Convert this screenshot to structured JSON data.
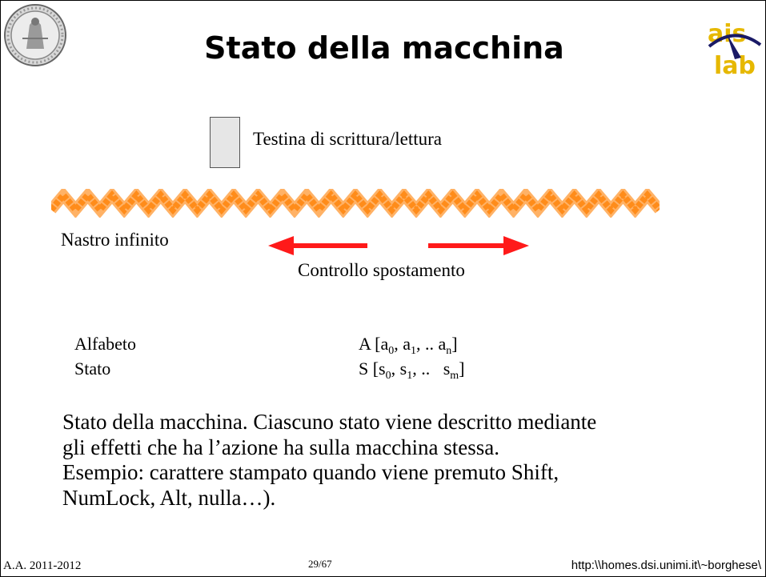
{
  "slide": {
    "title": "Stato della macchina",
    "head_label": "Testina di scrittura/lettura",
    "tape_label": "Nastro infinito",
    "move_label": "Controllo spostamento",
    "alphabet_label": "Alfabeto",
    "state_label": "Stato",
    "alphabet_value": {
      "prefix": "A [a",
      "sub0": "0",
      "mid1": ", a",
      "sub1": "1",
      "mid2": ", .. a",
      "subn": "n",
      "suffix": "]"
    },
    "state_value": {
      "prefix": "S [s",
      "sub0": "0",
      "mid1": ", s",
      "sub1": "1",
      "mid2": ", ..   s",
      "subm": "m",
      "suffix": "]"
    },
    "paragraph": [
      "Stato della macchina. Ciascuno stato viene descritto mediante",
      "gli effetti che ha l’azione ha sulla macchina stessa.",
      "Esempio: carattere stampato quando viene premuto Shift,",
      "NumLock, Alt, nulla…)."
    ]
  },
  "footer": {
    "course": "A.A. 2011-2012",
    "page": "29/67",
    "url": "http:\\\\homes.dsi.unimi.it\\~borghese\\"
  },
  "colors": {
    "tape_orange": "#ff8c1a",
    "tape_light": "#ffb266",
    "arrow_red": "#ff1a1a",
    "head_fill": "#e6e6e6"
  },
  "icons": {
    "seal": "university-seal-icon",
    "logo": "ais-lab-logo-icon"
  }
}
